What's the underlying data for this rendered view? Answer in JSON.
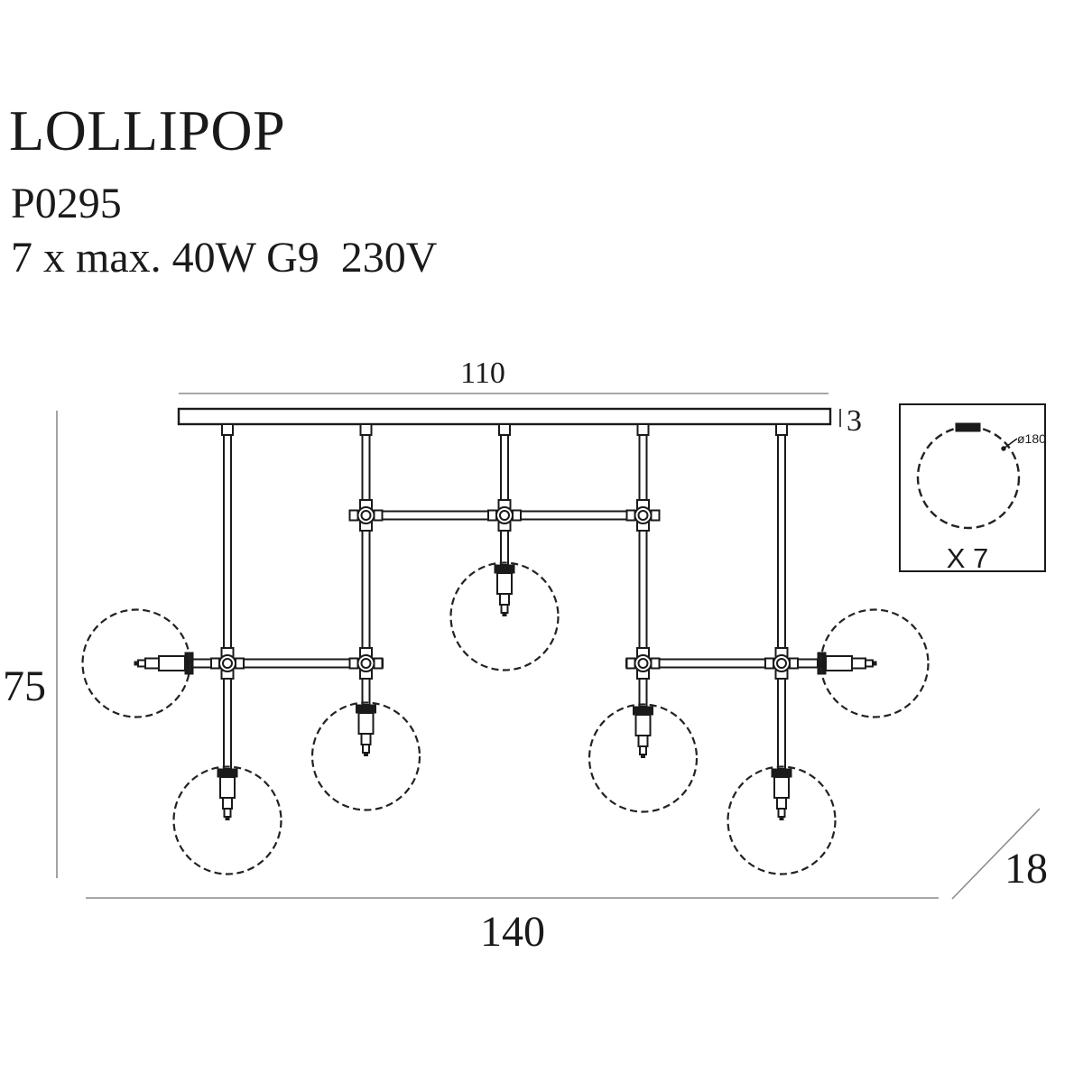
{
  "product": {
    "title": "LOLLIPOP",
    "model": "P0295",
    "spec": "7 x max. 40W G9  230V"
  },
  "dimensions": {
    "suspension_width": "110",
    "canopy_thickness": "3",
    "height": "75",
    "total_width": "140",
    "depth": "18"
  },
  "inset": {
    "globe_diameter": "ø180",
    "globe_count": "X 7"
  },
  "colors": {
    "ink": "#1a1a1a",
    "dim_line": "#8c8c8c",
    "background": "#ffffff"
  }
}
